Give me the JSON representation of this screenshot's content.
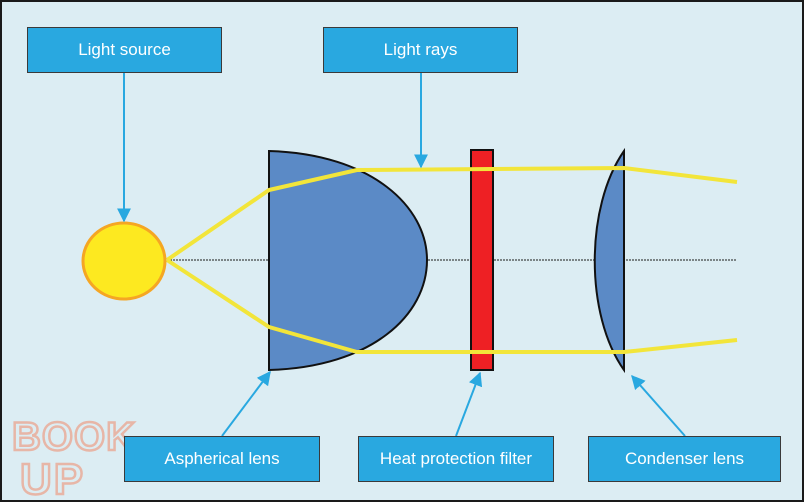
{
  "labels": {
    "light_source": "Light source",
    "light_rays": "Light rays",
    "aspherical_lens": "Aspherical lens",
    "heat_protection_filter": "Heat protection filter",
    "condenser_lens": "Condenser lens"
  },
  "watermark": {
    "line1": "BOOK",
    "line2": "UP"
  },
  "colors": {
    "background": "#dcedf3",
    "label_fill": "#29a8e0",
    "label_text": "#ffffff",
    "light_source_fill": "#fde920",
    "light_source_stroke": "#f5a623",
    "light_ray": "#f2e53a",
    "lens_fill": "#5b8ac6",
    "filter_fill": "#ee2024",
    "pointer_line": "#29a8e0",
    "watermark": "#f08a6a"
  }
}
